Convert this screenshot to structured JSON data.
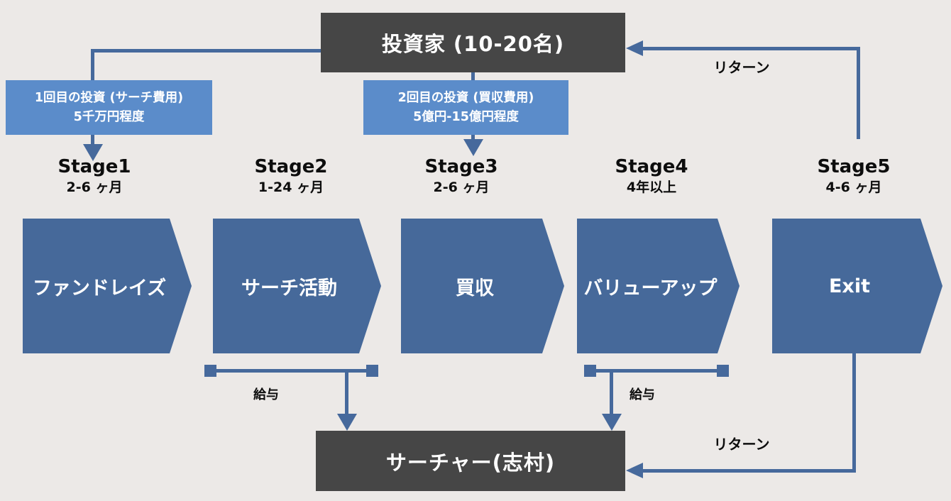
{
  "colors": {
    "background": "#ECE9E7",
    "dark_box": "#464646",
    "info_box_blue": "#5B8CCA",
    "stage_chevron_blue": "#46699A",
    "connector_blue": "#46699C",
    "text_dark": "#0D0D0D",
    "text_white": "#FFFFFF"
  },
  "investors_box": {
    "label": "投資家 (10-20名)"
  },
  "searcher_box": {
    "label": "サーチャー(志村)"
  },
  "investment_notes": [
    {
      "line1": "1回目の投資 (サーチ費用)",
      "line2": "5千万円程度"
    },
    {
      "line1": "2回目の投資 (買収費用)",
      "line2": "5億円-15億円程度"
    }
  ],
  "stages": [
    {
      "name": "Stage1",
      "duration": "2-6 ヶ月",
      "label": "ファンドレイズ"
    },
    {
      "name": "Stage2",
      "duration": "1-24 ヶ月",
      "label": "サーチ活動"
    },
    {
      "name": "Stage3",
      "duration": "2-6 ヶ月",
      "label": "買収"
    },
    {
      "name": "Stage4",
      "duration": "4年以上",
      "label": "バリューアップ"
    },
    {
      "name": "Stage5",
      "duration": "4-6 ヶ月",
      "label": "Exit"
    }
  ],
  "flow_labels": {
    "return_top": "リターン",
    "return_bottom": "リターン",
    "salary_stage2": "給与",
    "salary_stage4": "給与"
  }
}
